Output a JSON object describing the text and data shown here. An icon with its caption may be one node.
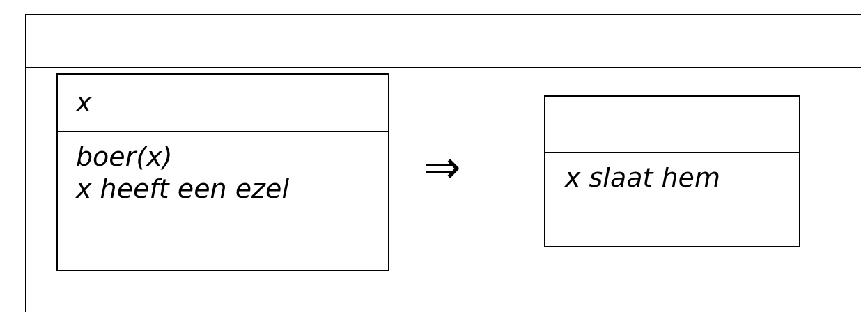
{
  "diagram": {
    "nodes": [
      {
        "text": [],
        "shape": "box"
      },
      {
        "text": [
          "x",
          "boer(x)",
          "x heeft een ezel"
        ],
        "in": 0
      },
      {
        "text": [
          "x slaat hem"
        ],
        "in": 0
      }
    ],
    "labels": [
      "⇒"
    ]
  }
}
